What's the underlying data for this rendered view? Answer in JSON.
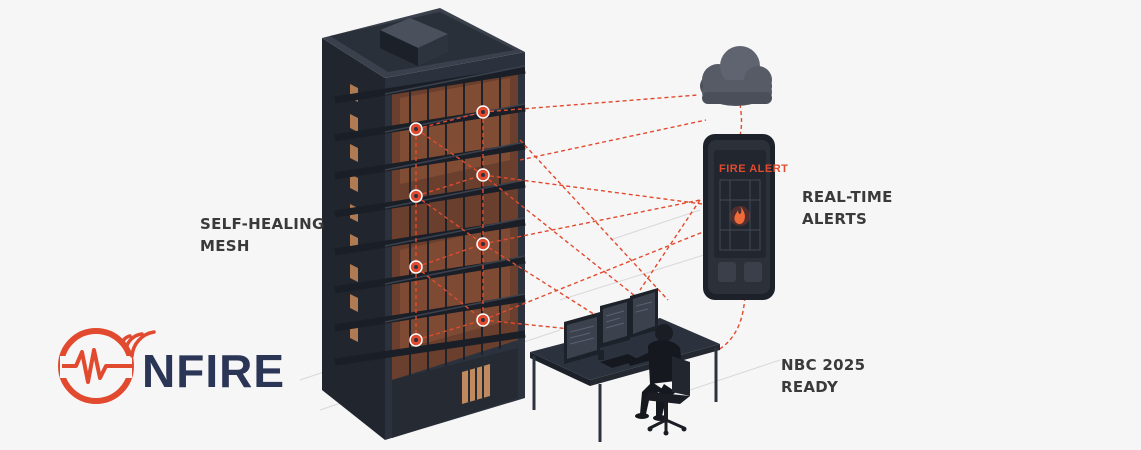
{
  "labels": {
    "mesh_line1": "SELF-HEALING",
    "mesh_line2": "MESH",
    "alerts_line1": "REAL-TIME",
    "alerts_line2": "ALERTS",
    "nbc_line1": "NBC 2025",
    "nbc_line2": "READY"
  },
  "brand": {
    "name": "NFIRE",
    "logo_letters": "NF"
  },
  "phone": {
    "screen_title": "FIRE ALERT"
  },
  "icons": [
    "cloud-icon",
    "fire-icon",
    "signal-waves-icon"
  ],
  "colors": {
    "background": "#f6f6f6",
    "building": "#2c323d",
    "window_glow": "#7a4a35",
    "accent_red": "#e24a2f",
    "brand_navy": "#2b3556",
    "cloud": "#565b66",
    "label_text": "#3a3a3a"
  }
}
